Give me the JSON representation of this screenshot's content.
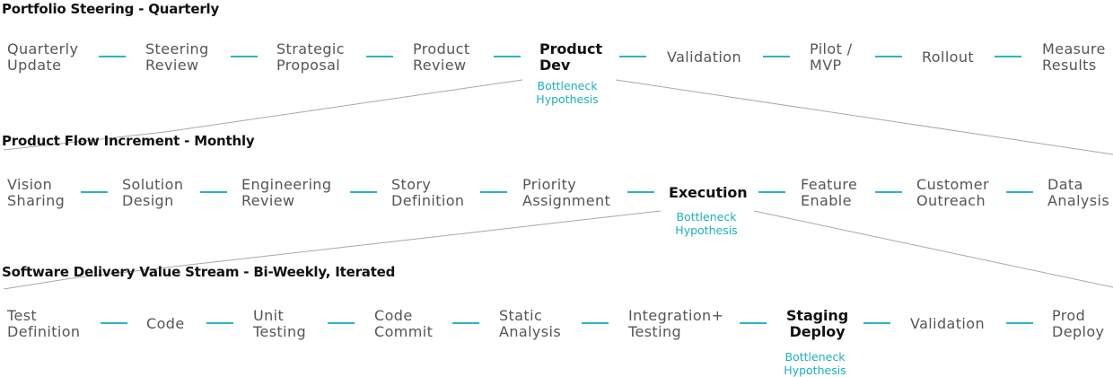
{
  "colors": {
    "accent": "#29b5c9",
    "note": "#1ab0be",
    "connector": "#a8a8a8",
    "focus_text": "#111111",
    "step_text": "#555555"
  },
  "levels": [
    {
      "title": "Portfolio Steering - Quarterly",
      "steps": [
        "Quarterly\nUpdate",
        "Steering\nReview",
        "Strategic\nProposal",
        "Product\nReview",
        "Product\nDev",
        "Validation",
        "Pilot /\nMVP",
        "Rollout",
        "Measure\nResults"
      ],
      "focus_step": "Product\nDev",
      "note": "Bottleneck\nHypothesis"
    },
    {
      "title": "Product Flow Increment - Monthly",
      "steps": [
        "Vision\nSharing",
        "Solution\nDesign",
        "Engineering\nReview",
        "Story\nDefinition",
        "Priority\nAssignment",
        "Execution",
        "Feature\nEnable",
        "Customer\nOutreach",
        "Data\nAnalysis"
      ],
      "focus_step": "Execution",
      "note": "Bottleneck\nHypothesis"
    },
    {
      "title": "Software Delivery Value Stream - Bi-Weekly, Iterated",
      "steps": [
        "Test\nDefinition",
        "Code",
        "Unit\nTesting",
        "Code\nCommit",
        "Static\nAnalysis",
        "Integration+\nTesting",
        "Staging\nDeploy",
        "Validation",
        "Prod\nDeploy"
      ],
      "focus_step": "Staging\nDeploy",
      "note": "Bottleneck\nHypothesis"
    }
  ]
}
